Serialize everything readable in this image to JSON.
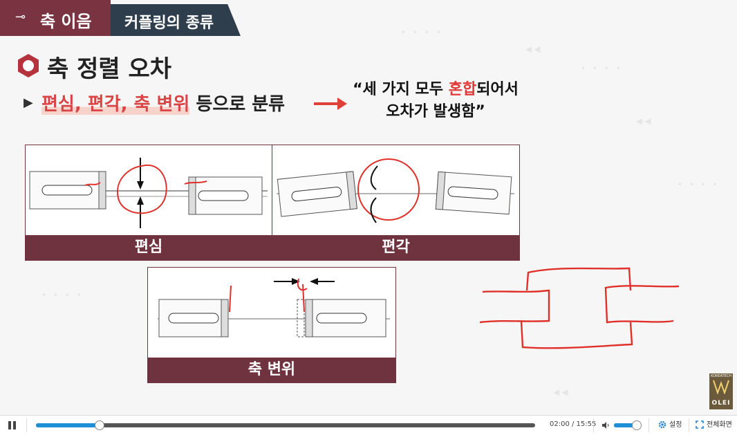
{
  "header": {
    "tab_active": "축 이음",
    "tab_section": "커플링의 종류"
  },
  "slide": {
    "title": "축 정렬 오차",
    "subtitle_highlight": "편심, 편각, 축 변위",
    "subtitle_rest": " 등으로 분류",
    "quote_line1_pre": "“세 가지 모두 ",
    "quote_line1_red": "혼합",
    "quote_line1_post": "되어서",
    "quote_line2": "오차가 발생함”",
    "panels": [
      {
        "label": "편심"
      },
      {
        "label": "편각"
      },
      {
        "label": "축 변위"
      }
    ]
  },
  "colors": {
    "accent": "#7a3340",
    "dark_tab": "#2f3e4d",
    "highlight_red": "#e03a3a",
    "progress": "#1e90d8"
  },
  "player": {
    "time": "02:00 / 15:55",
    "progress_fraction": 0.126,
    "volume_fraction": 0.9,
    "settings_label": "설정",
    "fullscreen_label": "전체화면"
  },
  "logo": {
    "top_text": "KOREATECH",
    "name": "OLEI"
  }
}
